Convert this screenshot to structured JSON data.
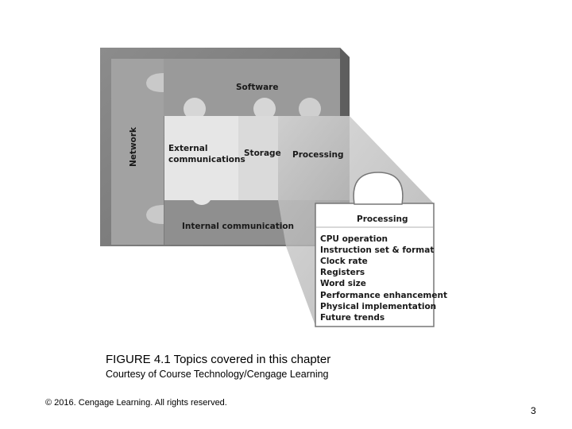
{
  "diagram": {
    "pieces": {
      "network": "Network",
      "software": "Software",
      "external_line1": "External",
      "external_line2": "communications",
      "storage": "Storage",
      "processing": "Processing",
      "internal": "Internal communication"
    },
    "callout": {
      "title": "Processing",
      "items": [
        "CPU operation",
        "Instruction set & format",
        "Clock rate",
        "Registers",
        "Word size",
        "Performance enhancement",
        "Physical implementation",
        "Future trends"
      ]
    }
  },
  "caption": {
    "title": "FIGURE 4.1 Topics covered in this chapter",
    "credit": "Courtesy of Course Technology/Cengage Learning"
  },
  "footer": {
    "copyright": "© 2016. Cengage Learning. All rights reserved.",
    "page_number": "3"
  },
  "colors": {
    "frame_dark": "#7a7a7a",
    "frame_mid": "#9a9a9a",
    "piece_light": "#e6e6e6",
    "callout_bg": "#ffffff"
  }
}
